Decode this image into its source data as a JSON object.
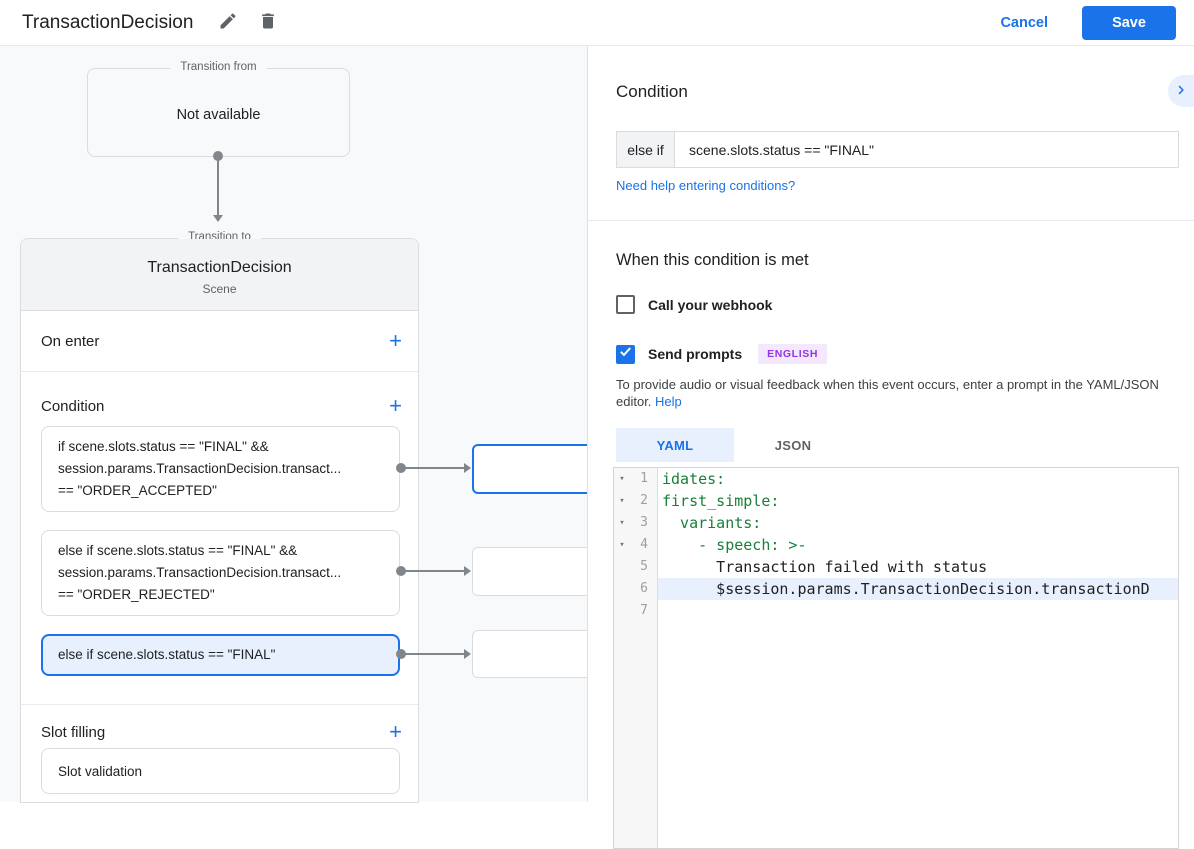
{
  "header": {
    "title": "TransactionDecision",
    "cancel_label": "Cancel",
    "save_label": "Save"
  },
  "canvas": {
    "transition_from": {
      "legend": "Transition from",
      "value": "Not available"
    },
    "transition_to_legend": "Transition to",
    "scene": {
      "title": "TransactionDecision",
      "subtitle": "Scene",
      "on_enter_label": "On enter",
      "condition_label": "Condition",
      "conditions": [
        {
          "lines": [
            "if scene.slots.status == \"FINAL\" &&",
            "session.params.TransactionDecision.transact...",
            "== \"ORDER_ACCEPTED\""
          ]
        },
        {
          "lines": [
            "else if scene.slots.status == \"FINAL\" &&",
            "session.params.TransactionDecision.transact...",
            "== \"ORDER_REJECTED\""
          ]
        },
        {
          "lines": [
            "else if scene.slots.status == \"FINAL\""
          ]
        }
      ],
      "slot_filling_label": "Slot filling",
      "slot_card_label": "Slot validation",
      "add_label": "+"
    }
  },
  "panel": {
    "title": "Condition",
    "condition_prefix": "else if",
    "condition_value": "scene.slots.status == \"FINAL\"",
    "help_link": "Need help entering conditions?",
    "when_title": "When this condition is met",
    "webhook_label": "Call your webhook",
    "prompts_label": "Send prompts",
    "language_badge": "ENGLISH",
    "helper_text": "To provide audio or visual feedback when this event occurs, enter a prompt in the YAML/JSON editor.",
    "helper_link": "Help",
    "tabs": {
      "yaml": "YAML",
      "json": "JSON"
    },
    "editor": {
      "lines": [
        {
          "num": "1",
          "text": "idates:"
        },
        {
          "num": "2",
          "text": "first_simple:"
        },
        {
          "num": "3",
          "text": "  variants:"
        },
        {
          "num": "4",
          "text": "    - speech: >-"
        },
        {
          "num": "5",
          "text": "      Transaction failed with status"
        },
        {
          "num": "6",
          "text": "      $session.params.TransactionDecision.transactionD"
        },
        {
          "num": "7",
          "text": ""
        }
      ]
    }
  },
  "colors": {
    "accent": "#1a73e8",
    "selected_bg": "#e8f0fe",
    "yaml_key_green": "#188038",
    "badge_bg": "#f3e8fd",
    "badge_text": "#9334e6"
  }
}
